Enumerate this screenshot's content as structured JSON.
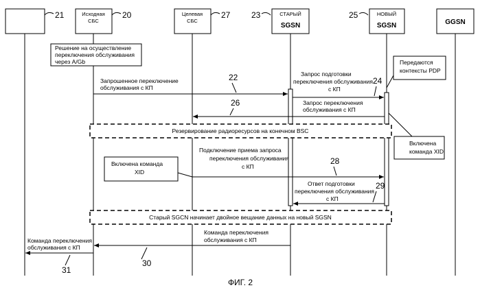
{
  "entities": {
    "e21": {
      "num": "21"
    },
    "e20": {
      "line1": "Исходная",
      "line2": "СБС",
      "num": "20"
    },
    "e27": {
      "line1": "Целевая",
      "line2": "СБС",
      "num": "27"
    },
    "e23": {
      "line1": "СТАРЫЙ",
      "line2": "SGSN",
      "num": "23"
    },
    "e25": {
      "line1": "НОВЫЙ",
      "line2": "SGSN",
      "num": "25"
    },
    "ggsn": {
      "label": "GGSN"
    }
  },
  "notes": {
    "decision": [
      "Решение на осуществление",
      "переключения обслуживания",
      "через A/Gb"
    ],
    "pdp": [
      "Передаются",
      "контексты PDP"
    ],
    "xid_new": [
      "Включена",
      "команда XID"
    ],
    "xid_target": [
      "Включена команда",
      "XID"
    ]
  },
  "messages": {
    "m22": {
      "lines": [
        "Запрошенное переключение",
        "обслуживания с КП"
      ],
      "num": "22"
    },
    "m24": {
      "lines": [
        "Запрос подготовки",
        "переключения обслуживания",
        "с КП"
      ],
      "num": "24"
    },
    "m26": {
      "lines": [
        "Запрос переключения",
        "обслуживания с КП"
      ],
      "num": "26"
    },
    "m28": {
      "lines": [
        "Подключение приема запроса",
        "переключения обслуживания",
        "с КП"
      ],
      "num": "28"
    },
    "m29": {
      "lines": [
        "Ответ подготовки",
        "переключения обслуживания",
        "с КП"
      ],
      "num": "29"
    },
    "m30": {
      "lines": [
        "Команда переключения",
        "обслуживания с КП"
      ],
      "num": "30"
    },
    "m31": {
      "lines": [
        "Команда переключения",
        "обслуживания с КП"
      ],
      "num": "31"
    }
  },
  "bands": {
    "b1": "Резервирование радиоресурсов на конечном  BSC",
    "b2": "Старый SGCN начинает двойное вещание данных на новый SGSN"
  },
  "caption": "ФИГ. 2"
}
